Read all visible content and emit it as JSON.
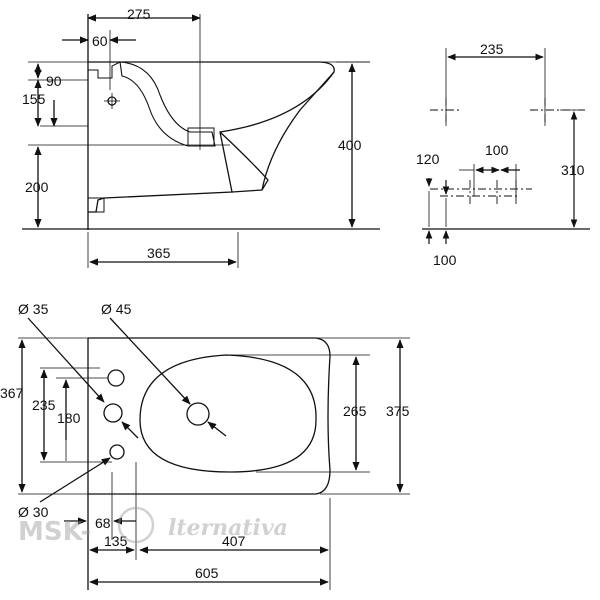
{
  "side_view": {
    "dims": {
      "width_275": "275",
      "offset_60": "60",
      "h_90": "90",
      "h_155": "155",
      "h_200": "200",
      "h_400": "400",
      "w_365": "365"
    }
  },
  "rear_view": {
    "dims": {
      "w_235": "235",
      "w_100_top": "100",
      "h_120": "120",
      "h_310": "310",
      "h_100_bottom": "100"
    }
  },
  "top_view": {
    "dims": {
      "dia_35": "Ø 35",
      "dia_45": "Ø 45",
      "dia_30": "Ø 30",
      "h_367": "367",
      "h_235": "235",
      "h_180": "180",
      "h_265": "265",
      "h_375": "375",
      "w_68": "68",
      "w_135": "135",
      "w_407": "407",
      "w_605": "605"
    }
  },
  "watermark": {
    "brand_left": "MSK-",
    "brand_right": "lternativa"
  },
  "colors": {
    "ink": "#111111",
    "watermark": "#c8c8c8"
  }
}
